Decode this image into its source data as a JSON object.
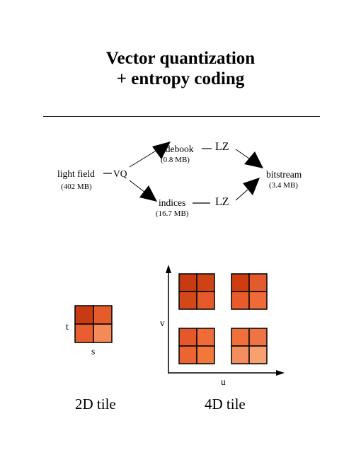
{
  "title": {
    "line1": "Vector quantization",
    "line2": "+ entropy coding"
  },
  "flow": {
    "light_field": "light field",
    "light_field_size": "(402 MB)",
    "vq": "VQ",
    "codebook": "codebook",
    "codebook_size": "(0.8 MB)",
    "indices": "indices",
    "indices_size": "(16.7 MB)",
    "lz_top": "LZ",
    "lz_bottom": "LZ",
    "bitstream": "bitstream",
    "bitstream_size": "(3.4 MB)"
  },
  "tile2d": {
    "caption": "2D tile",
    "axis_t": "t",
    "axis_s": "s",
    "colors": [
      "#c83a12",
      "#e45c2a",
      "#e85e30",
      "#f48a58"
    ]
  },
  "tile4d": {
    "caption": "4D tile",
    "axis_u": "u",
    "axis_v": "v",
    "blocks": [
      [
        "#c83a12",
        "#cf4216",
        "#d24818",
        "#e6592a"
      ],
      [
        "#d03c12",
        "#e45a2c",
        "#e85c2c",
        "#ef6a36"
      ],
      [
        "#e4582a",
        "#ef6c38",
        "#eb6432",
        "#f17838"
      ],
      [
        "#f0703c",
        "#ef7444",
        "#f48e5e",
        "#f8a070"
      ]
    ]
  }
}
